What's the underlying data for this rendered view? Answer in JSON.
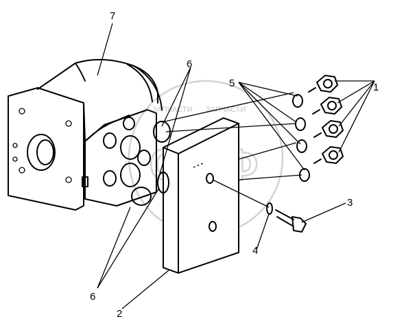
{
  "diagram": {
    "watermark": {
      "text_left": "ЗАПЧАСТИ",
      "text_right": "ЗАПЧАСТИ",
      "letters": "СПФ"
    },
    "callouts": [
      {
        "id": "7",
        "label": "7"
      },
      {
        "id": "6a",
        "label": "6"
      },
      {
        "id": "5",
        "label": "5"
      },
      {
        "id": "1",
        "label": "1"
      },
      {
        "id": "3",
        "label": "3"
      },
      {
        "id": "4",
        "label": "4"
      },
      {
        "id": "6b",
        "label": "6"
      },
      {
        "id": "2",
        "label": "2"
      }
    ]
  }
}
